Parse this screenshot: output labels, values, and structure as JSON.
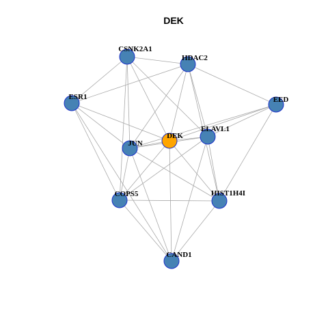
{
  "title": "DEK",
  "colors": {
    "default_node": "#4682B4",
    "focus_node": "#FFA500",
    "node_border": "#1a2fc9",
    "edge": "#a8a8a8"
  },
  "nodes": [
    {
      "id": "DEK",
      "label": "DEK",
      "focus": true
    },
    {
      "id": "CSNK2A1",
      "label": "CSNK2A1"
    },
    {
      "id": "HDAC2",
      "label": "HDAC2"
    },
    {
      "id": "ESR1",
      "label": "ESR1"
    },
    {
      "id": "EED",
      "label": "EED"
    },
    {
      "id": "ELAVL1",
      "label": "ELAVL1"
    },
    {
      "id": "JUN",
      "label": "JUN"
    },
    {
      "id": "COPS5",
      "label": "COPS5"
    },
    {
      "id": "HIST1H4I",
      "label": "HIST1H4I"
    },
    {
      "id": "CAND1",
      "label": "CAND1"
    }
  ],
  "edges": [
    [
      "CSNK2A1",
      "HDAC2"
    ],
    [
      "CSNK2A1",
      "ESR1"
    ],
    [
      "CSNK2A1",
      "JUN"
    ],
    [
      "CSNK2A1",
      "COPS5"
    ],
    [
      "CSNK2A1",
      "DEK"
    ],
    [
      "CSNK2A1",
      "ELAVL1"
    ],
    [
      "HDAC2",
      "ESR1"
    ],
    [
      "HDAC2",
      "EED"
    ],
    [
      "HDAC2",
      "DEK"
    ],
    [
      "HDAC2",
      "JUN"
    ],
    [
      "HDAC2",
      "ELAVL1"
    ],
    [
      "HDAC2",
      "HIST1H4I"
    ],
    [
      "ESR1",
      "DEK"
    ],
    [
      "ESR1",
      "JUN"
    ],
    [
      "ESR1",
      "COPS5"
    ],
    [
      "ESR1",
      "CAND1"
    ],
    [
      "EED",
      "ELAVL1"
    ],
    [
      "EED",
      "DEK"
    ],
    [
      "EED",
      "HIST1H4I"
    ],
    [
      "EED",
      "JUN"
    ],
    [
      "DEK",
      "ELAVL1"
    ],
    [
      "DEK",
      "JUN"
    ],
    [
      "DEK",
      "COPS5"
    ],
    [
      "DEK",
      "HIST1H4I"
    ],
    [
      "DEK",
      "CAND1"
    ],
    [
      "ELAVL1",
      "JUN"
    ],
    [
      "ELAVL1",
      "COPS5"
    ],
    [
      "ELAVL1",
      "HIST1H4I"
    ],
    [
      "ELAVL1",
      "CAND1"
    ],
    [
      "JUN",
      "COPS5"
    ],
    [
      "JUN",
      "HIST1H4I"
    ],
    [
      "JUN",
      "CAND1"
    ],
    [
      "COPS5",
      "HIST1H4I"
    ],
    [
      "COPS5",
      "CAND1"
    ],
    [
      "HIST1H4I",
      "CAND1"
    ]
  ]
}
